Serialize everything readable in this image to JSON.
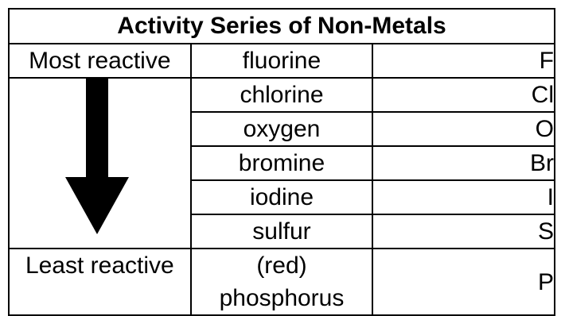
{
  "title": "Activity Series of Non-Metals",
  "top_label": "Most reactive",
  "bottom_label": "Least reactive",
  "elements": [
    {
      "name": "fluorine",
      "symbol": "F"
    },
    {
      "name": "chlorine",
      "symbol": "Cl"
    },
    {
      "name": "oxygen",
      "symbol": "O"
    },
    {
      "name": "bromine",
      "symbol": "Br"
    },
    {
      "name": "iodine",
      "symbol": "I"
    },
    {
      "name": "sulfur",
      "symbol": "S"
    },
    {
      "name": "(red) phosphorus",
      "symbol": "P"
    }
  ],
  "icons": {
    "arrow": "down-arrow-icon"
  },
  "colors": {
    "ink": "#000000",
    "background": "#ffffff"
  }
}
